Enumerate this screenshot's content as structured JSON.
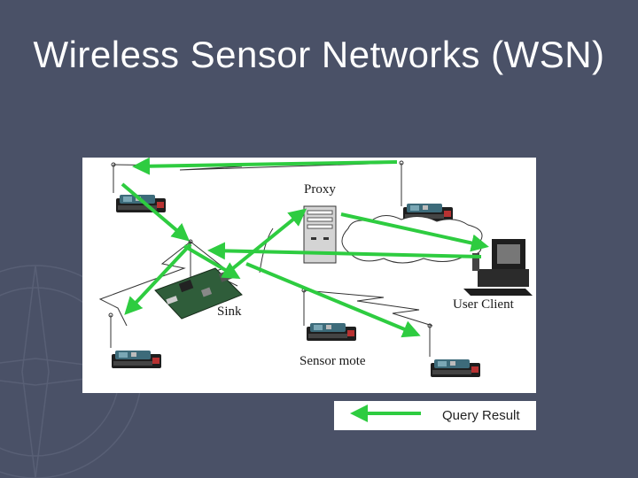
{
  "title": "Wireless Sensor Networks (WSN)",
  "diagram": {
    "labels": {
      "proxy": "Proxy",
      "user_client": "User  Client",
      "sink": "Sink",
      "sensor_mote": "Sensor mote"
    }
  },
  "legend": {
    "query_result": "Query Result"
  },
  "colors": {
    "background": "#4a5167",
    "arrow": "#2ecc40",
    "panel": "#ffffff"
  }
}
